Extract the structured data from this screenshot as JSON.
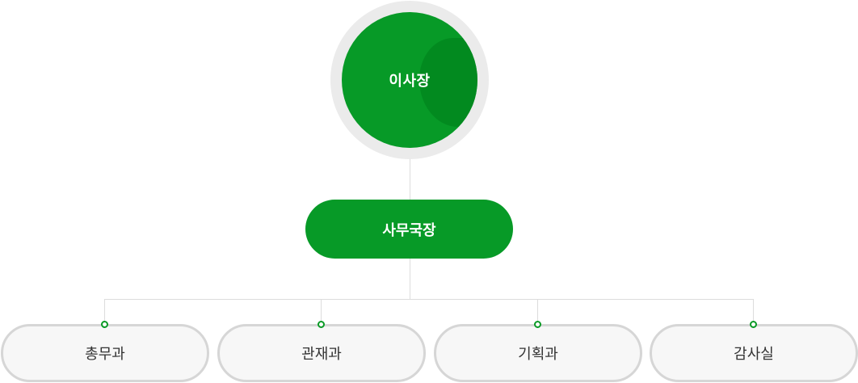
{
  "org": {
    "head": {
      "label": "이사장"
    },
    "secretary": {
      "label": "사무국장"
    },
    "departments": [
      {
        "label": "총무과"
      },
      {
        "label": "관재과"
      },
      {
        "label": "기획과"
      },
      {
        "label": "감사실"
      }
    ]
  },
  "colors": {
    "primary_green": "#079a27",
    "ring_gray": "#ebebeb",
    "dept_border": "#d6d6d6",
    "dept_fill": "#f7f7f7",
    "connector": "#dcdcdc"
  }
}
